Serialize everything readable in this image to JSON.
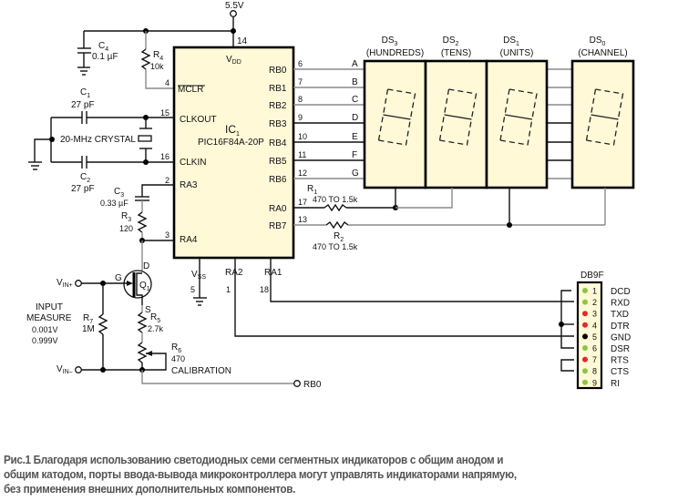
{
  "power": {
    "supply": "5.5V"
  },
  "ic": {
    "ref": "IC",
    "ref_sub": "1",
    "part": "PIC16F84A-20P",
    "vdd": "V",
    "vdd_sub": "DD",
    "vss": "V",
    "vss_sub": "SS",
    "pins_left": [
      {
        "num": "4",
        "name": "MCLR"
      },
      {
        "num": "15",
        "name": "CLKOUT"
      },
      {
        "num": "16",
        "name": "CLKIN"
      },
      {
        "num": "2",
        "name": "RA3"
      },
      {
        "num": "3",
        "name": "RA4"
      }
    ],
    "pins_right": [
      {
        "num": "6",
        "name": "RB0",
        "seg": "A"
      },
      {
        "num": "7",
        "name": "RB1",
        "seg": "B"
      },
      {
        "num": "8",
        "name": "RB2",
        "seg": "C"
      },
      {
        "num": "9",
        "name": "RB3",
        "seg": "D"
      },
      {
        "num": "10",
        "name": "RB4",
        "seg": "E"
      },
      {
        "num": "11",
        "name": "RB5",
        "seg": "F"
      },
      {
        "num": "12",
        "name": "RB6",
        "seg": "G"
      },
      {
        "num": "17",
        "name": "RA0"
      },
      {
        "num": "13",
        "name": "RB7"
      }
    ],
    "pins_bottom": [
      {
        "num": "5",
        "name": "VSS"
      },
      {
        "num": "1",
        "name": "RA2"
      },
      {
        "num": "18",
        "name": "RA1"
      }
    ],
    "pin_top": "14"
  },
  "components": {
    "c4": {
      "ref": "C",
      "sub": "4",
      "value": "0.1 µF"
    },
    "r4": {
      "ref": "R",
      "sub": "4",
      "value": "10k"
    },
    "c1": {
      "ref": "C",
      "sub": "1",
      "value": "27 pF"
    },
    "c2": {
      "ref": "C",
      "sub": "2",
      "value": "27 pF"
    },
    "crystal": {
      "label": "20-MHz CRYSTAL"
    },
    "c3": {
      "ref": "C",
      "sub": "3",
      "value": "0.33 µF"
    },
    "r3": {
      "ref": "R",
      "sub": "3",
      "value": "120"
    },
    "q1": {
      "ref": "Q",
      "sub": "1",
      "gate": "G",
      "drain": "D",
      "source": "S"
    },
    "r7": {
      "ref": "R",
      "sub": "7",
      "value": "1M"
    },
    "r5": {
      "ref": "R",
      "sub": "5",
      "value": "2.7k"
    },
    "r6": {
      "ref": "R",
      "sub": "6",
      "value": "470",
      "note": "CALIBRATION"
    },
    "r1": {
      "ref": "R",
      "sub": "1",
      "value": "470 TO 1.5k"
    },
    "r2": {
      "ref": "R",
      "sub": "2",
      "value": "470 TO 1.5k"
    }
  },
  "input": {
    "vin_plus": "V",
    "vin_plus_sub": "IN+",
    "vin_minus": "V",
    "vin_minus_sub": "IN–",
    "title_line1": "INPUT",
    "title_line2": "MEASURE",
    "range_low": "0.001V",
    "range_high": "0.999V",
    "rb0_label": "RB0"
  },
  "displays": [
    {
      "ref": "DS",
      "sub": "3",
      "role": "(HUNDREDS)"
    },
    {
      "ref": "DS",
      "sub": "2",
      "role": "(TENS)"
    },
    {
      "ref": "DS",
      "sub": "1",
      "role": "(UNITS)"
    },
    {
      "ref": "DS",
      "sub": "0",
      "role": "(CHANNEL)"
    }
  ],
  "connector": {
    "name": "DB9F",
    "pins": [
      {
        "num": "1",
        "signal": "DCD",
        "color": "#8cc63f"
      },
      {
        "num": "2",
        "signal": "RXD",
        "color": "#8cc63f"
      },
      {
        "num": "3",
        "signal": "TXD",
        "color": "#e8262a"
      },
      {
        "num": "4",
        "signal": "DTR",
        "color": "#e8262a"
      },
      {
        "num": "5",
        "signal": "GND",
        "color": "#000000"
      },
      {
        "num": "6",
        "signal": "DSR",
        "color": "#8cc63f"
      },
      {
        "num": "7",
        "signal": "RTS",
        "color": "#e8262a"
      },
      {
        "num": "8",
        "signal": "CTS",
        "color": "#8cc63f"
      },
      {
        "num": "9",
        "signal": "RI",
        "color": "#8cc63f"
      }
    ]
  },
  "caption": {
    "lines": [
      "Рис.1 Благодаря использованию светодиодных семи сегментных индикаторов с общим анодом и",
      " общим катодом, порты ввода-вывода микроконтроллера могут управлять индикаторами напрямую,",
      " без применения внешних дополнительных компонентов."
    ]
  },
  "colors": {
    "ic_fill": "#fff9d8",
    "wire": "#111111",
    "wire_gray": "#8a8a8a",
    "caption": "#555555"
  }
}
